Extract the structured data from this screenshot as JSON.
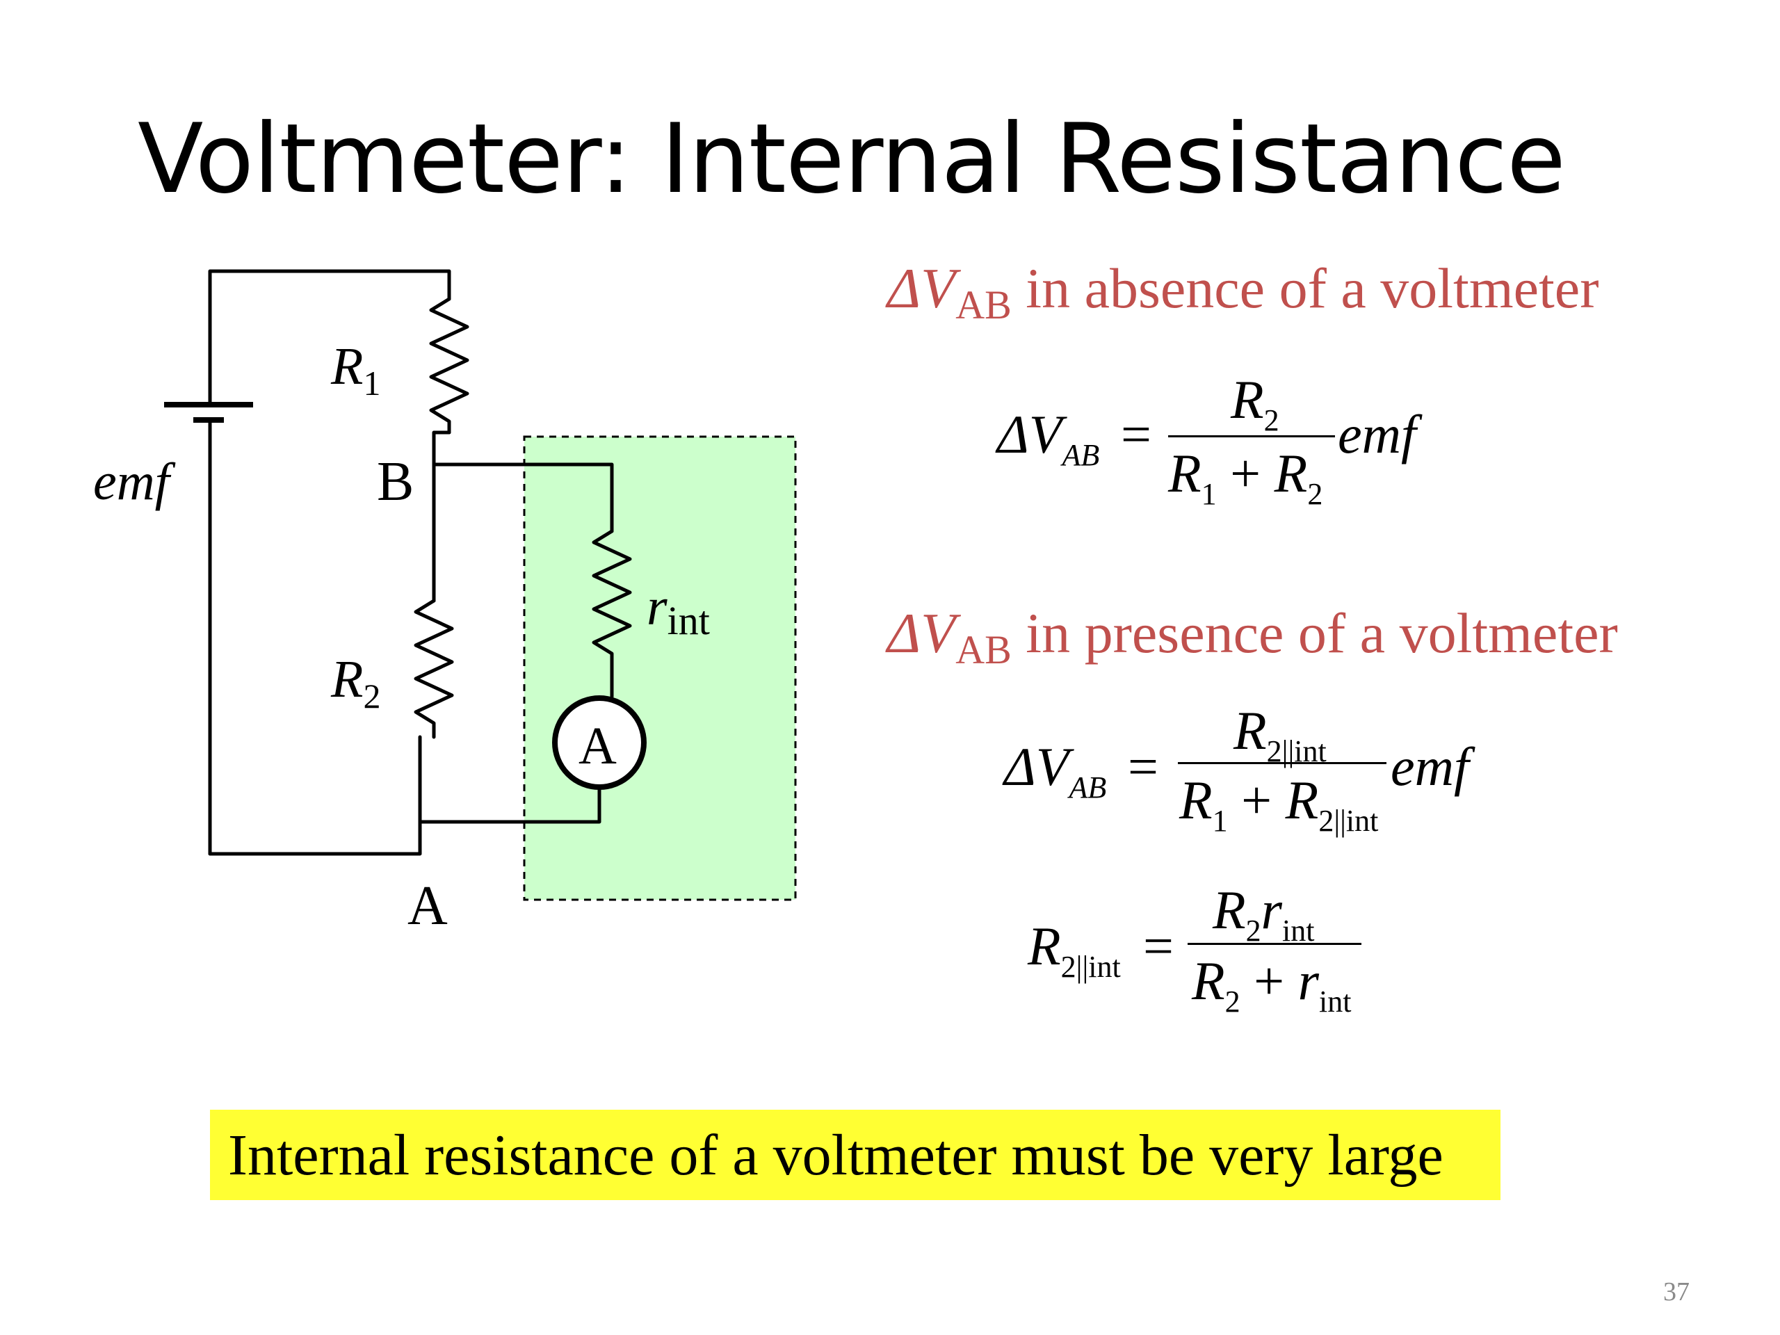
{
  "slide": {
    "title": "Voltmeter: Internal Resistance",
    "page_number": "37"
  },
  "circuit": {
    "emf_label": "emf",
    "r1_label": "R",
    "r1_sub": "1",
    "r2_label": "R",
    "r2_sub": "2",
    "rint_label": "r",
    "rint_sub": "int",
    "node_b": "B",
    "node_a": "A",
    "meter_label": "A",
    "voltmeter_fill": "#ccffcc"
  },
  "absence": {
    "heading_delta": "ΔV",
    "heading_sub": "AB",
    "heading_rest": " in absence of a voltmeter",
    "lhs": "ΔV",
    "lhs_sub": "AB",
    "equals": "=",
    "num_r": "R",
    "num_sub": "2",
    "den_r1": "R",
    "den_r1_sub": "1",
    "den_plus": " + ",
    "den_r2": "R",
    "den_r2_sub": "2",
    "tail": "emf"
  },
  "presence": {
    "heading_delta": "ΔV",
    "heading_sub": "AB",
    "heading_rest": " in presence of a voltmeter",
    "lhs": "ΔV",
    "lhs_sub": "AB",
    "equals": "=",
    "num_r": "R",
    "num_sub": "2||int",
    "den_r1": "R",
    "den_r1_sub": "1",
    "den_plus": " + ",
    "den_r2": "R",
    "den_r2_sub": "2||int",
    "tail": "emf"
  },
  "parallel": {
    "lhs": "R",
    "lhs_sub": "2||int",
    "equals": "=",
    "num_r": "R",
    "num_r_sub": "2",
    "num_r2": "r",
    "num_r2_sub": "int",
    "den_r": "R",
    "den_r_sub": "2",
    "den_plus": " + ",
    "den_r2": "r",
    "den_r2_sub": "int"
  },
  "conclusion": "Internal resistance of a voltmeter must be very large",
  "colors": {
    "heading": "#c0504d",
    "highlight": "#ffff33"
  }
}
